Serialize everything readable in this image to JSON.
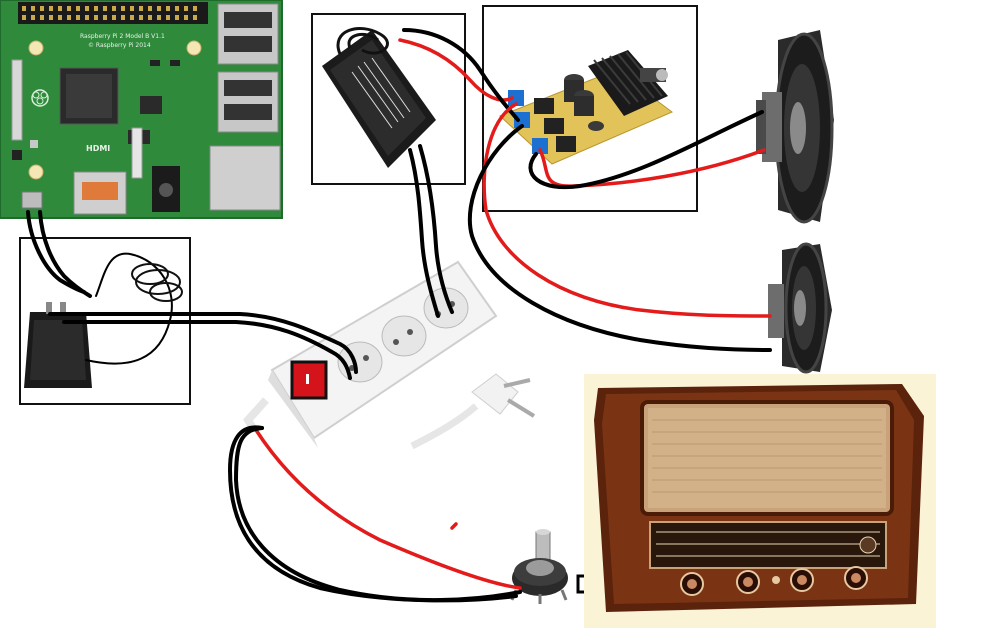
{
  "raspberry_pi": {
    "board_text": "Raspberry Pi 2 Model B V1.1",
    "copyright_text": "© Raspberry Pi 2014",
    "hdmi_label": "HDMI"
  },
  "colors": {
    "wire_black": "#000000",
    "wire_red": "#e31b1b",
    "pcb_green": "#2f8a3c",
    "amp_board": "#e2c35a",
    "heatsink": "#1a1a1a",
    "power_strip": "#f4f4f4",
    "switch_red": "#d4141a",
    "radio_wood": "#6b2a10",
    "radio_cloth": "#c9a27a",
    "radio_background": "#fbf3d6"
  },
  "components": [
    {
      "name": "raspberry-pi",
      "icon": "raspberry-pi-board-icon"
    },
    {
      "name": "usb-phone-charger",
      "icon": "wall-adapter-icon"
    },
    {
      "name": "laptop-power-brick",
      "icon": "power-brick-icon"
    },
    {
      "name": "amplifier-board",
      "icon": "amplifier-heatsink-icon"
    },
    {
      "name": "speaker-top",
      "icon": "speaker-icon"
    },
    {
      "name": "speaker-bottom",
      "icon": "speaker-icon"
    },
    {
      "name": "power-strip",
      "icon": "power-strip-icon"
    },
    {
      "name": "wall-plug",
      "icon": "schuko-plug-icon"
    },
    {
      "name": "rotary-potentiometer",
      "icon": "potentiometer-icon"
    },
    {
      "name": "vintage-radio",
      "icon": "tube-radio-icon"
    }
  ]
}
